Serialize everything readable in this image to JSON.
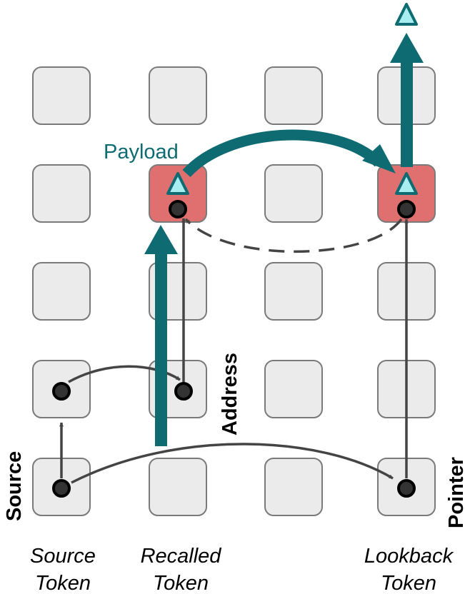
{
  "labels": {
    "payload": "Payload",
    "address": "Address",
    "source": "Source",
    "pointer": "Pointer"
  },
  "columns": [
    {
      "line1": "Source",
      "line2": "Token"
    },
    {
      "line1": "Recalled",
      "line2": "Token"
    },
    {
      "line1": "",
      "line2": ""
    },
    {
      "line1": "Lookback",
      "line2": "Token"
    }
  ],
  "colors": {
    "cell_fill": "#ebebeb",
    "cell_border": "#7a7a7a",
    "highlight_fill": "#e07070",
    "teal": "#0e6b72",
    "marker_fill": "#a8eef0",
    "thin_arrow": "#444444",
    "text": "#000000"
  },
  "icons": [
    "dot-marker",
    "triangle-marker"
  ]
}
